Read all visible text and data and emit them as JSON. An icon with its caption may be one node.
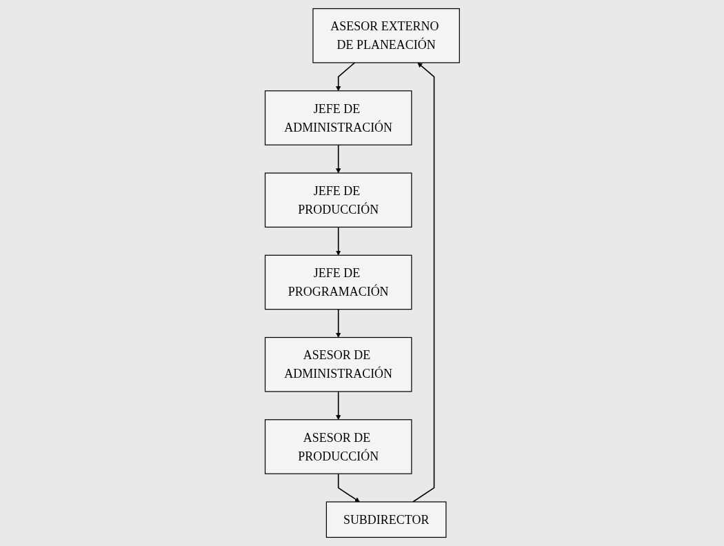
{
  "diagram": {
    "nodes": [
      {
        "text": [
          "ASESOR EXTERNO DE PLANEACIÓN"
        ]
      },
      {
        "text": [
          "JEFE DE ADMINISTRACIÓN"
        ]
      },
      {
        "text": [
          "JEFE DE PRODUCCIÓN"
        ]
      },
      {
        "text": [
          "JEFE DE PROGRAMACIÓN"
        ]
      },
      {
        "text": [
          "ASESOR DE ADMINISTRACIÓN"
        ]
      },
      {
        "text": [
          "ASESOR DE PRODUCCIÓN"
        ]
      },
      {
        "text": [
          "SUBDIRECTOR"
        ]
      }
    ],
    "edges": [
      {
        "from": 0,
        "to": 1,
        "arrow": "to"
      },
      {
        "from": 1,
        "to": 2,
        "arrow": "to"
      },
      {
        "from": 2,
        "to": 3,
        "arrow": "to"
      },
      {
        "from": 3,
        "to": 4,
        "arrow": "to"
      },
      {
        "from": 4,
        "to": 5,
        "arrow": "to"
      },
      {
        "from": 5,
        "to": 6,
        "arrow": "to"
      },
      {
        "from": 6,
        "to": 0,
        "arrow": "to"
      }
    ]
  }
}
